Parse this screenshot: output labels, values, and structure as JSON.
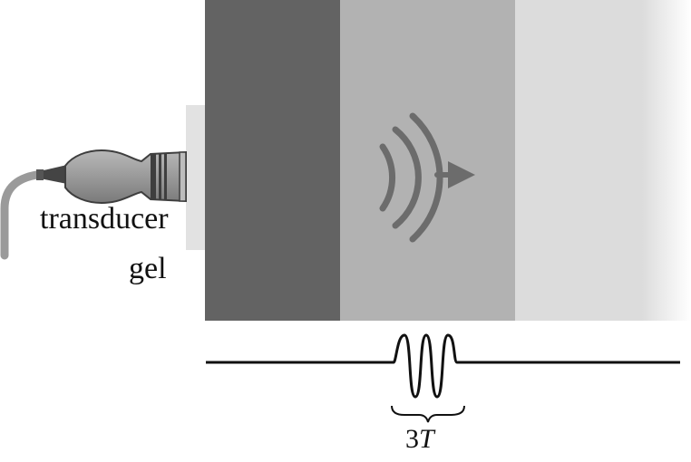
{
  "labels": {
    "transducer": "transducer",
    "gel": "gel",
    "period_number": "3",
    "period_symbol": "T"
  },
  "colors": {
    "layer_1": "#636363",
    "layer_2": "#b2b2b2",
    "layer_3": "#dcdcdc",
    "gel": "#e2e2e2",
    "probe_body": "#9c9c9c",
    "probe_dark": "#3e3e3e",
    "cable": "#9a9a9a",
    "wave_icon": "#6c6c6c",
    "signal_line": "#111111"
  },
  "icons": {
    "probe": "ultrasound-transducer-icon",
    "wave": "sound-wave-arrow-icon"
  },
  "signal": {
    "cycles": 3
  }
}
